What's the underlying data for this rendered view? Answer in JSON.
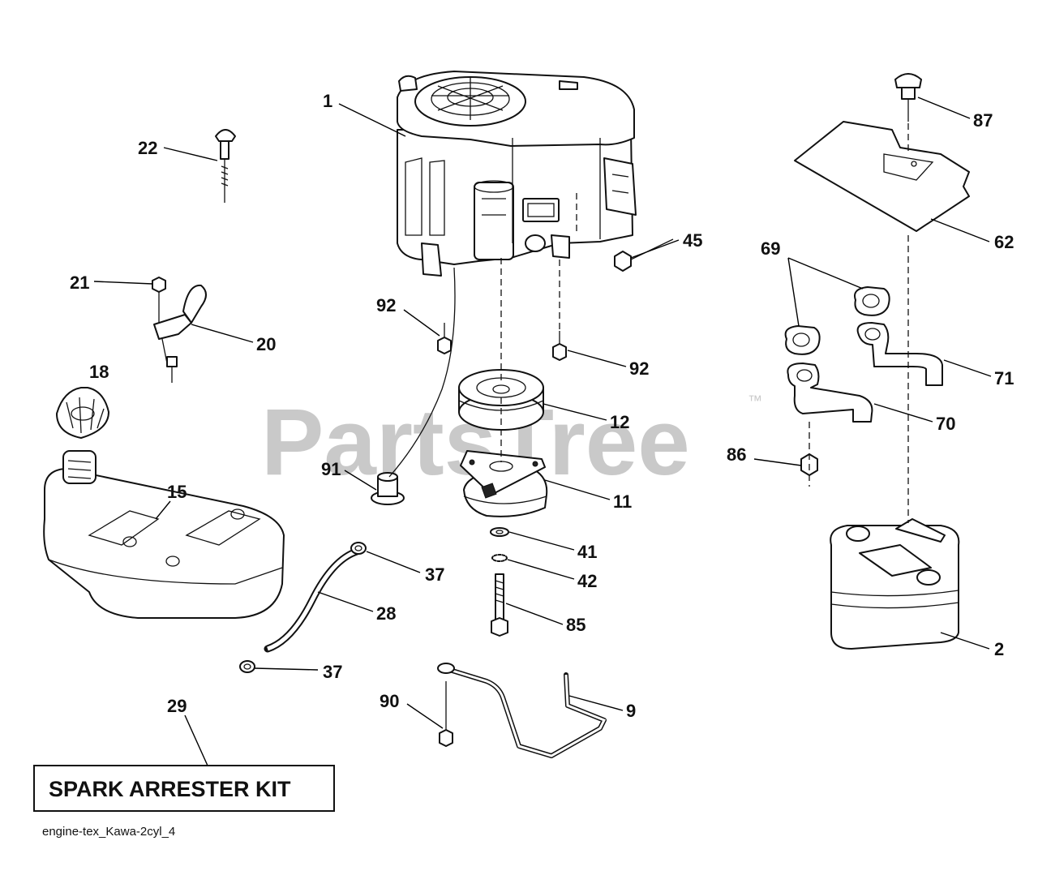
{
  "watermark": {
    "text": "PartsTree",
    "trademark": "™",
    "color": "#c9c9c9"
  },
  "kit_box": {
    "label": "SPARK ARRESTER KIT"
  },
  "drawing_code": "engine-tex_Kawa-2cyl_4",
  "callouts": [
    {
      "id": "c1",
      "label": "1"
    },
    {
      "id": "c22",
      "label": "22"
    },
    {
      "id": "c87",
      "label": "87"
    },
    {
      "id": "c62",
      "label": "62"
    },
    {
      "id": "c45",
      "label": "45"
    },
    {
      "id": "c69",
      "label": "69"
    },
    {
      "id": "c21",
      "label": "21"
    },
    {
      "id": "c20",
      "label": "20"
    },
    {
      "id": "c92a",
      "label": "92"
    },
    {
      "id": "c92b",
      "label": "92"
    },
    {
      "id": "c18",
      "label": "18"
    },
    {
      "id": "c12",
      "label": "12"
    },
    {
      "id": "c71",
      "label": "71"
    },
    {
      "id": "c70",
      "label": "70"
    },
    {
      "id": "c15",
      "label": "15"
    },
    {
      "id": "c91",
      "label": "91"
    },
    {
      "id": "c11",
      "label": "11"
    },
    {
      "id": "c86",
      "label": "86"
    },
    {
      "id": "c41",
      "label": "41"
    },
    {
      "id": "c42",
      "label": "42"
    },
    {
      "id": "c37a",
      "label": "37"
    },
    {
      "id": "c28",
      "label": "28"
    },
    {
      "id": "c85",
      "label": "85"
    },
    {
      "id": "c37b",
      "label": "37"
    },
    {
      "id": "c2",
      "label": "2"
    },
    {
      "id": "c90",
      "label": "90"
    },
    {
      "id": "c9",
      "label": "9"
    },
    {
      "id": "c29",
      "label": "29"
    }
  ]
}
